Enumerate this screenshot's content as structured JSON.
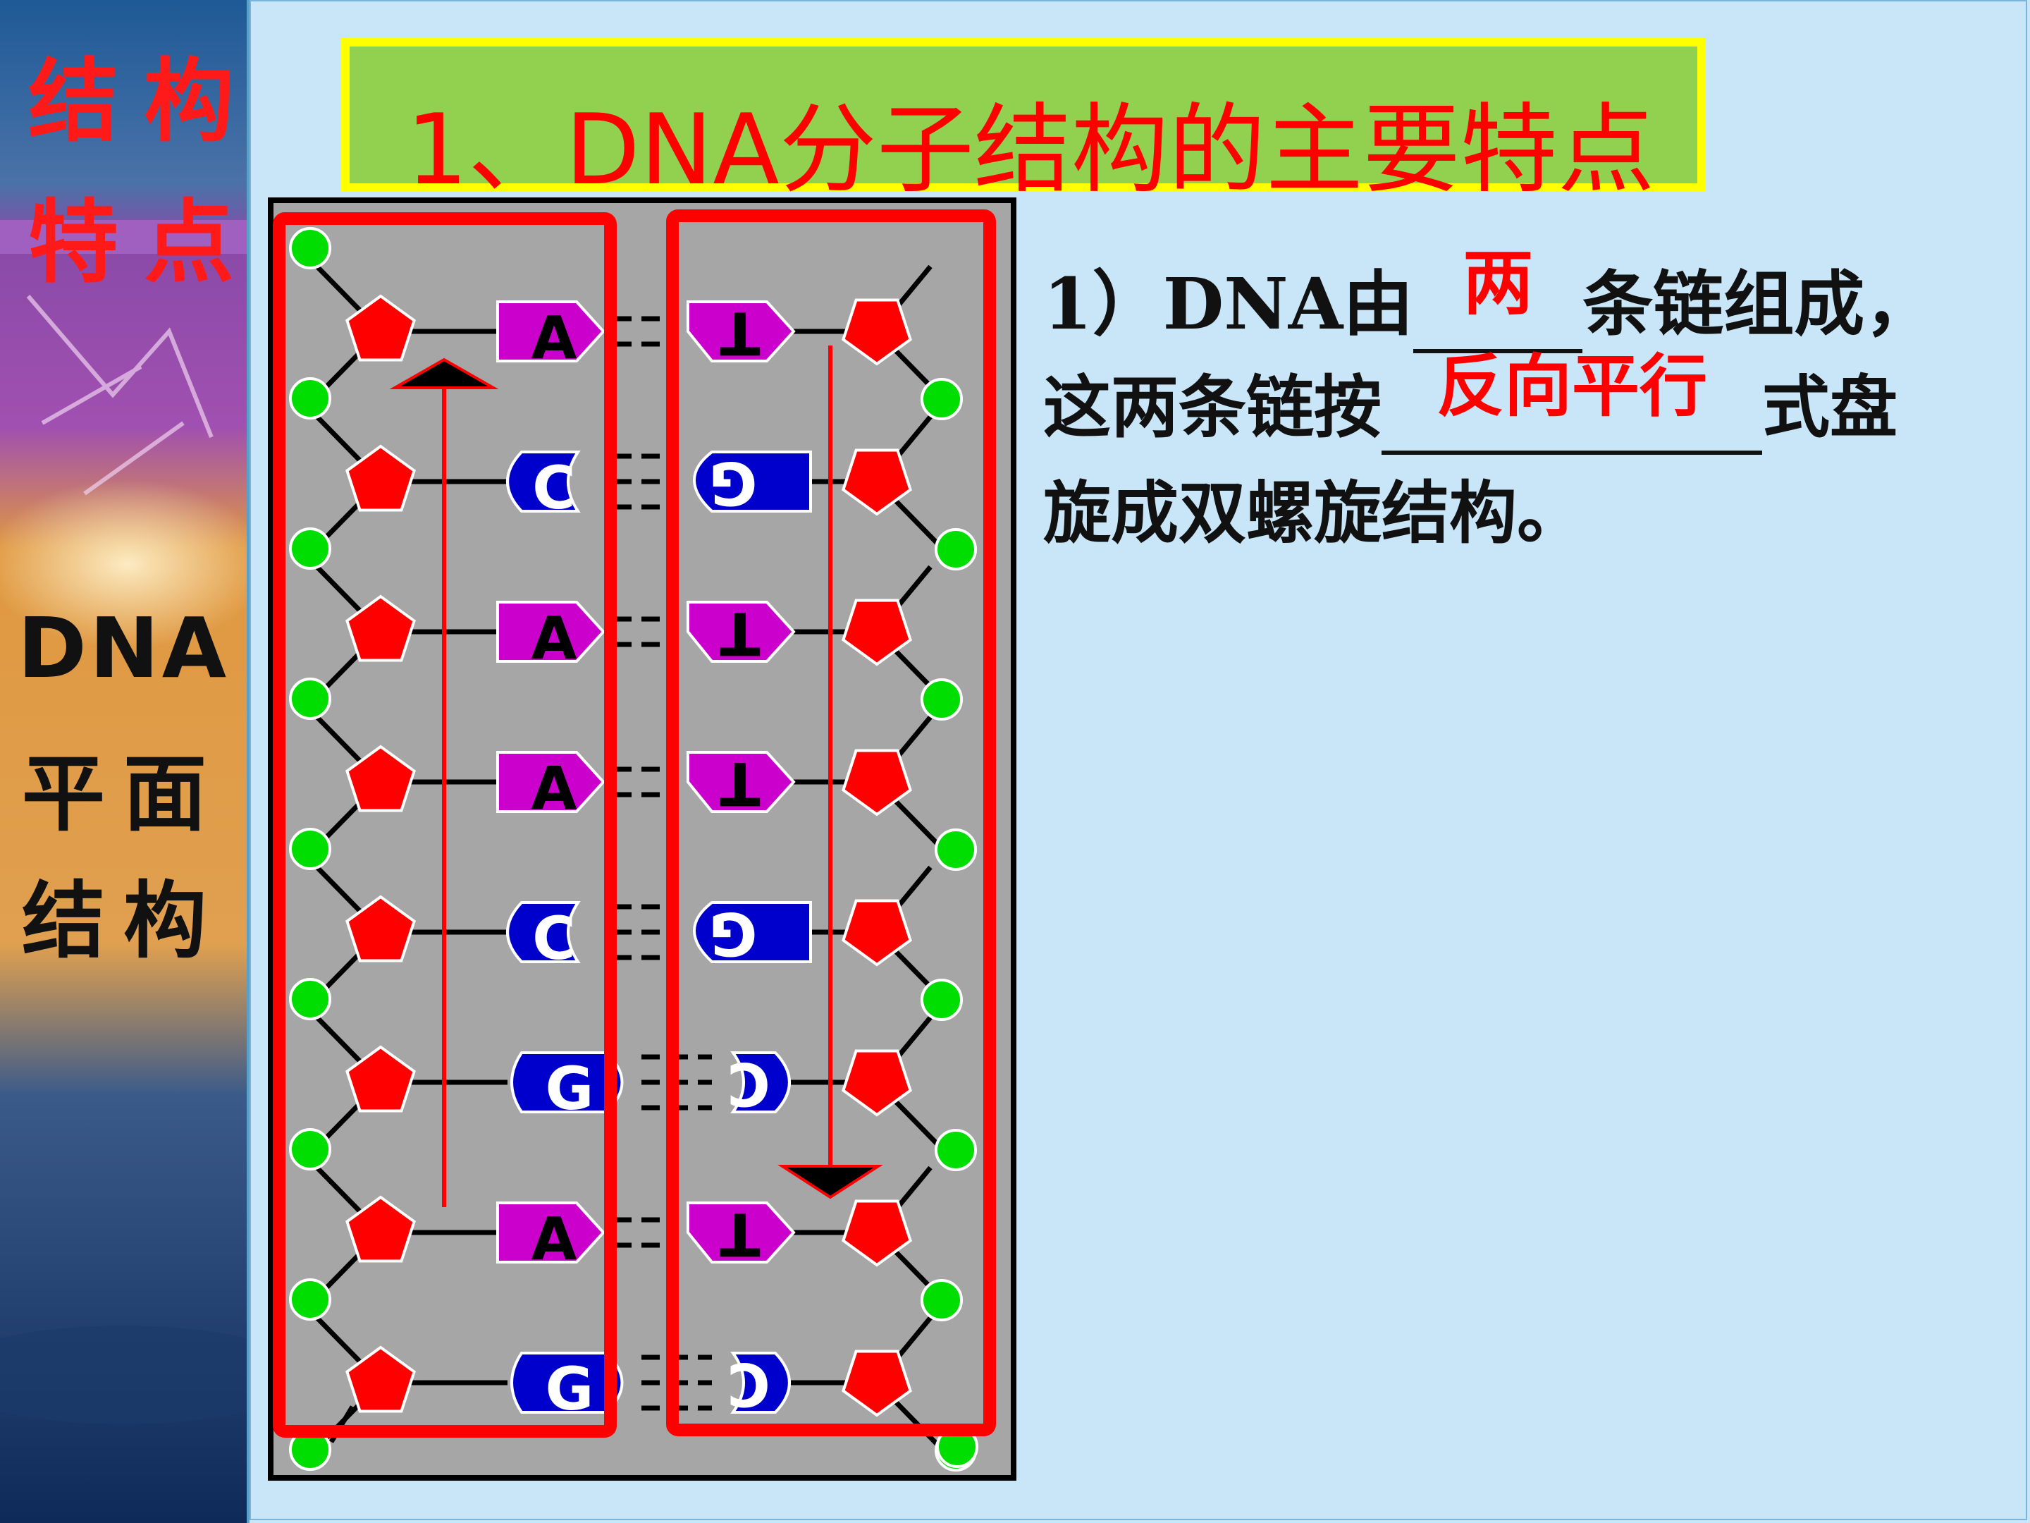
{
  "sidebar": {
    "top_line1": "结构",
    "top_line2": "特点",
    "mid_line1": "DNA",
    "mid_line2": "平面",
    "mid_line3": "结构"
  },
  "title": "1、DNA分子结构的主要特点",
  "text": {
    "line1_prefix": "1）DNA由",
    "line1_answer": "两",
    "line1_suffix": "条链组成，",
    "line2_prefix": "这两条链按",
    "line2_answer": "反向平行",
    "line2_suffix": "式盘",
    "line3": "旋成双螺旋结构。"
  },
  "diagram": {
    "left_bases": [
      "A",
      "C",
      "A",
      "A",
      "C",
      "G",
      "A",
      "G"
    ],
    "right_bases": [
      "T",
      "G",
      "T",
      "T",
      "G",
      "C",
      "T",
      "C"
    ],
    "colors": {
      "A": "#cc00cc",
      "T": "#cc00cc",
      "C": "#0000cc",
      "G": "#0000cc",
      "sugar": "#ff0000",
      "phosphate": "#00dd00",
      "panel": "#a6a6a6",
      "highlight": "#ff0000"
    }
  }
}
